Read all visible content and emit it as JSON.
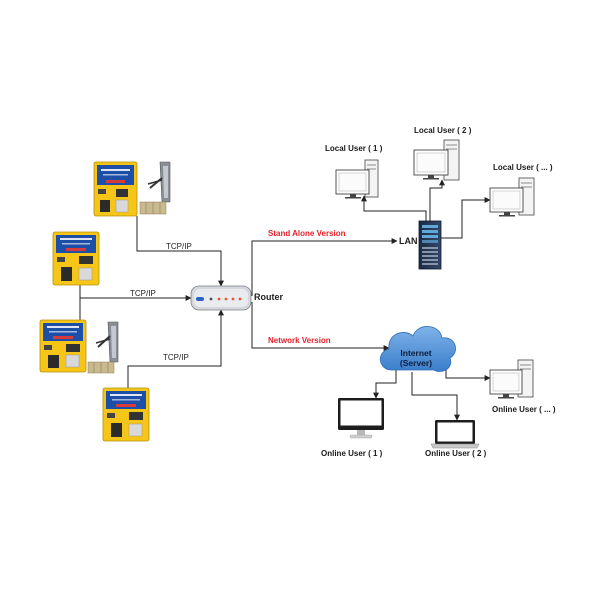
{
  "router": {
    "label": "Router"
  },
  "links": {
    "kiosk1": "TCP/IP",
    "kiosk2": "TCP/IP",
    "kiosk4": "TCP/IP",
    "standalone": "Stand Alone Version",
    "network": "Network Version"
  },
  "lan": {
    "label": "LAN"
  },
  "internet": {
    "line1": "Internet",
    "line2": "(Server)"
  },
  "local_users": [
    {
      "label": "Local User ( 1 )"
    },
    {
      "label": "Local User ( 2 )"
    },
    {
      "label": "Local User ( ... )"
    }
  ],
  "online_users": [
    {
      "label": "Online User ( 1 )"
    },
    {
      "label": "Online User ( 2 )"
    },
    {
      "label": "Online User ( ... )"
    }
  ],
  "colors": {
    "kiosk_body": "#f5c518",
    "kiosk_screen": "#1e4fa8",
    "link_label_red": "#e8202a",
    "cloud": "#4a90d9"
  },
  "icons": [
    "kiosk-icon",
    "turnstile-icon",
    "router-icon",
    "server-rack-icon",
    "desktop-pc-icon",
    "monitor-icon",
    "laptop-icon",
    "cloud-icon"
  ]
}
